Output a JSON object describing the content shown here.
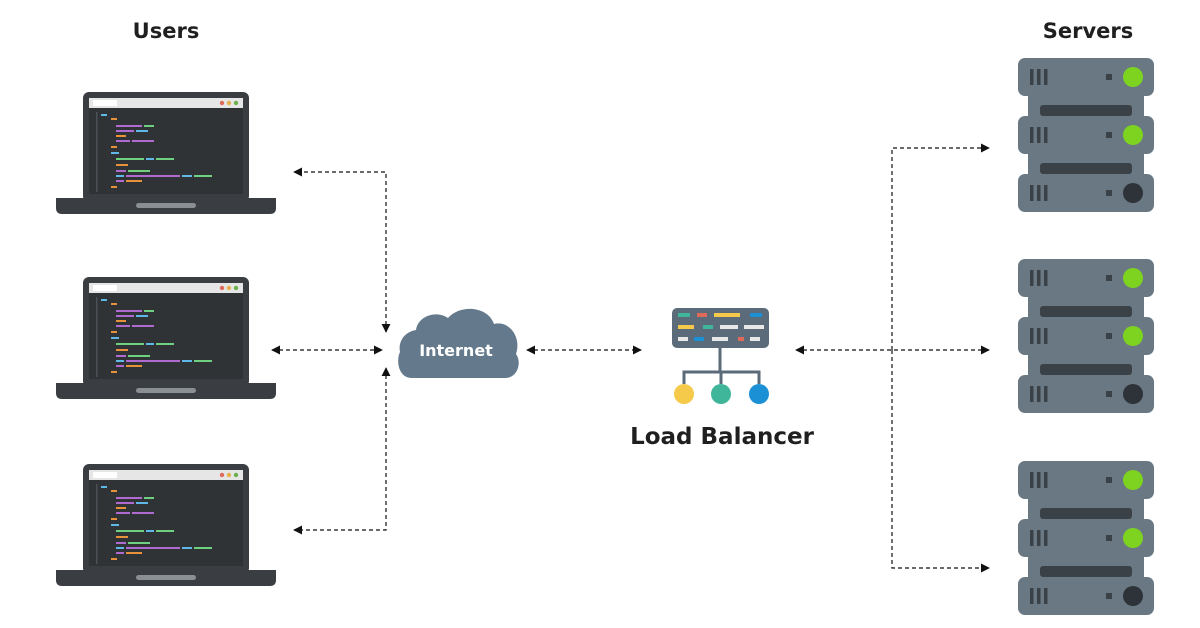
{
  "labels": {
    "users": "Users",
    "servers": "Servers",
    "internet": "Internet",
    "load_balancer": "Load Balancer"
  },
  "colors": {
    "laptop_frame": "#3a3d42",
    "screen_bg": "#2f3336",
    "cloud": "#647a8c",
    "server_body": "#697882",
    "server_inner": "#3a4248",
    "server_led_on": "#7ed321",
    "server_led_off": "#2d3338",
    "lb_body": "#5b6b7a",
    "node_yellow": "#f5c94a",
    "node_green": "#3fb59a",
    "node_blue": "#1c90d4",
    "arrow": "#111111"
  }
}
